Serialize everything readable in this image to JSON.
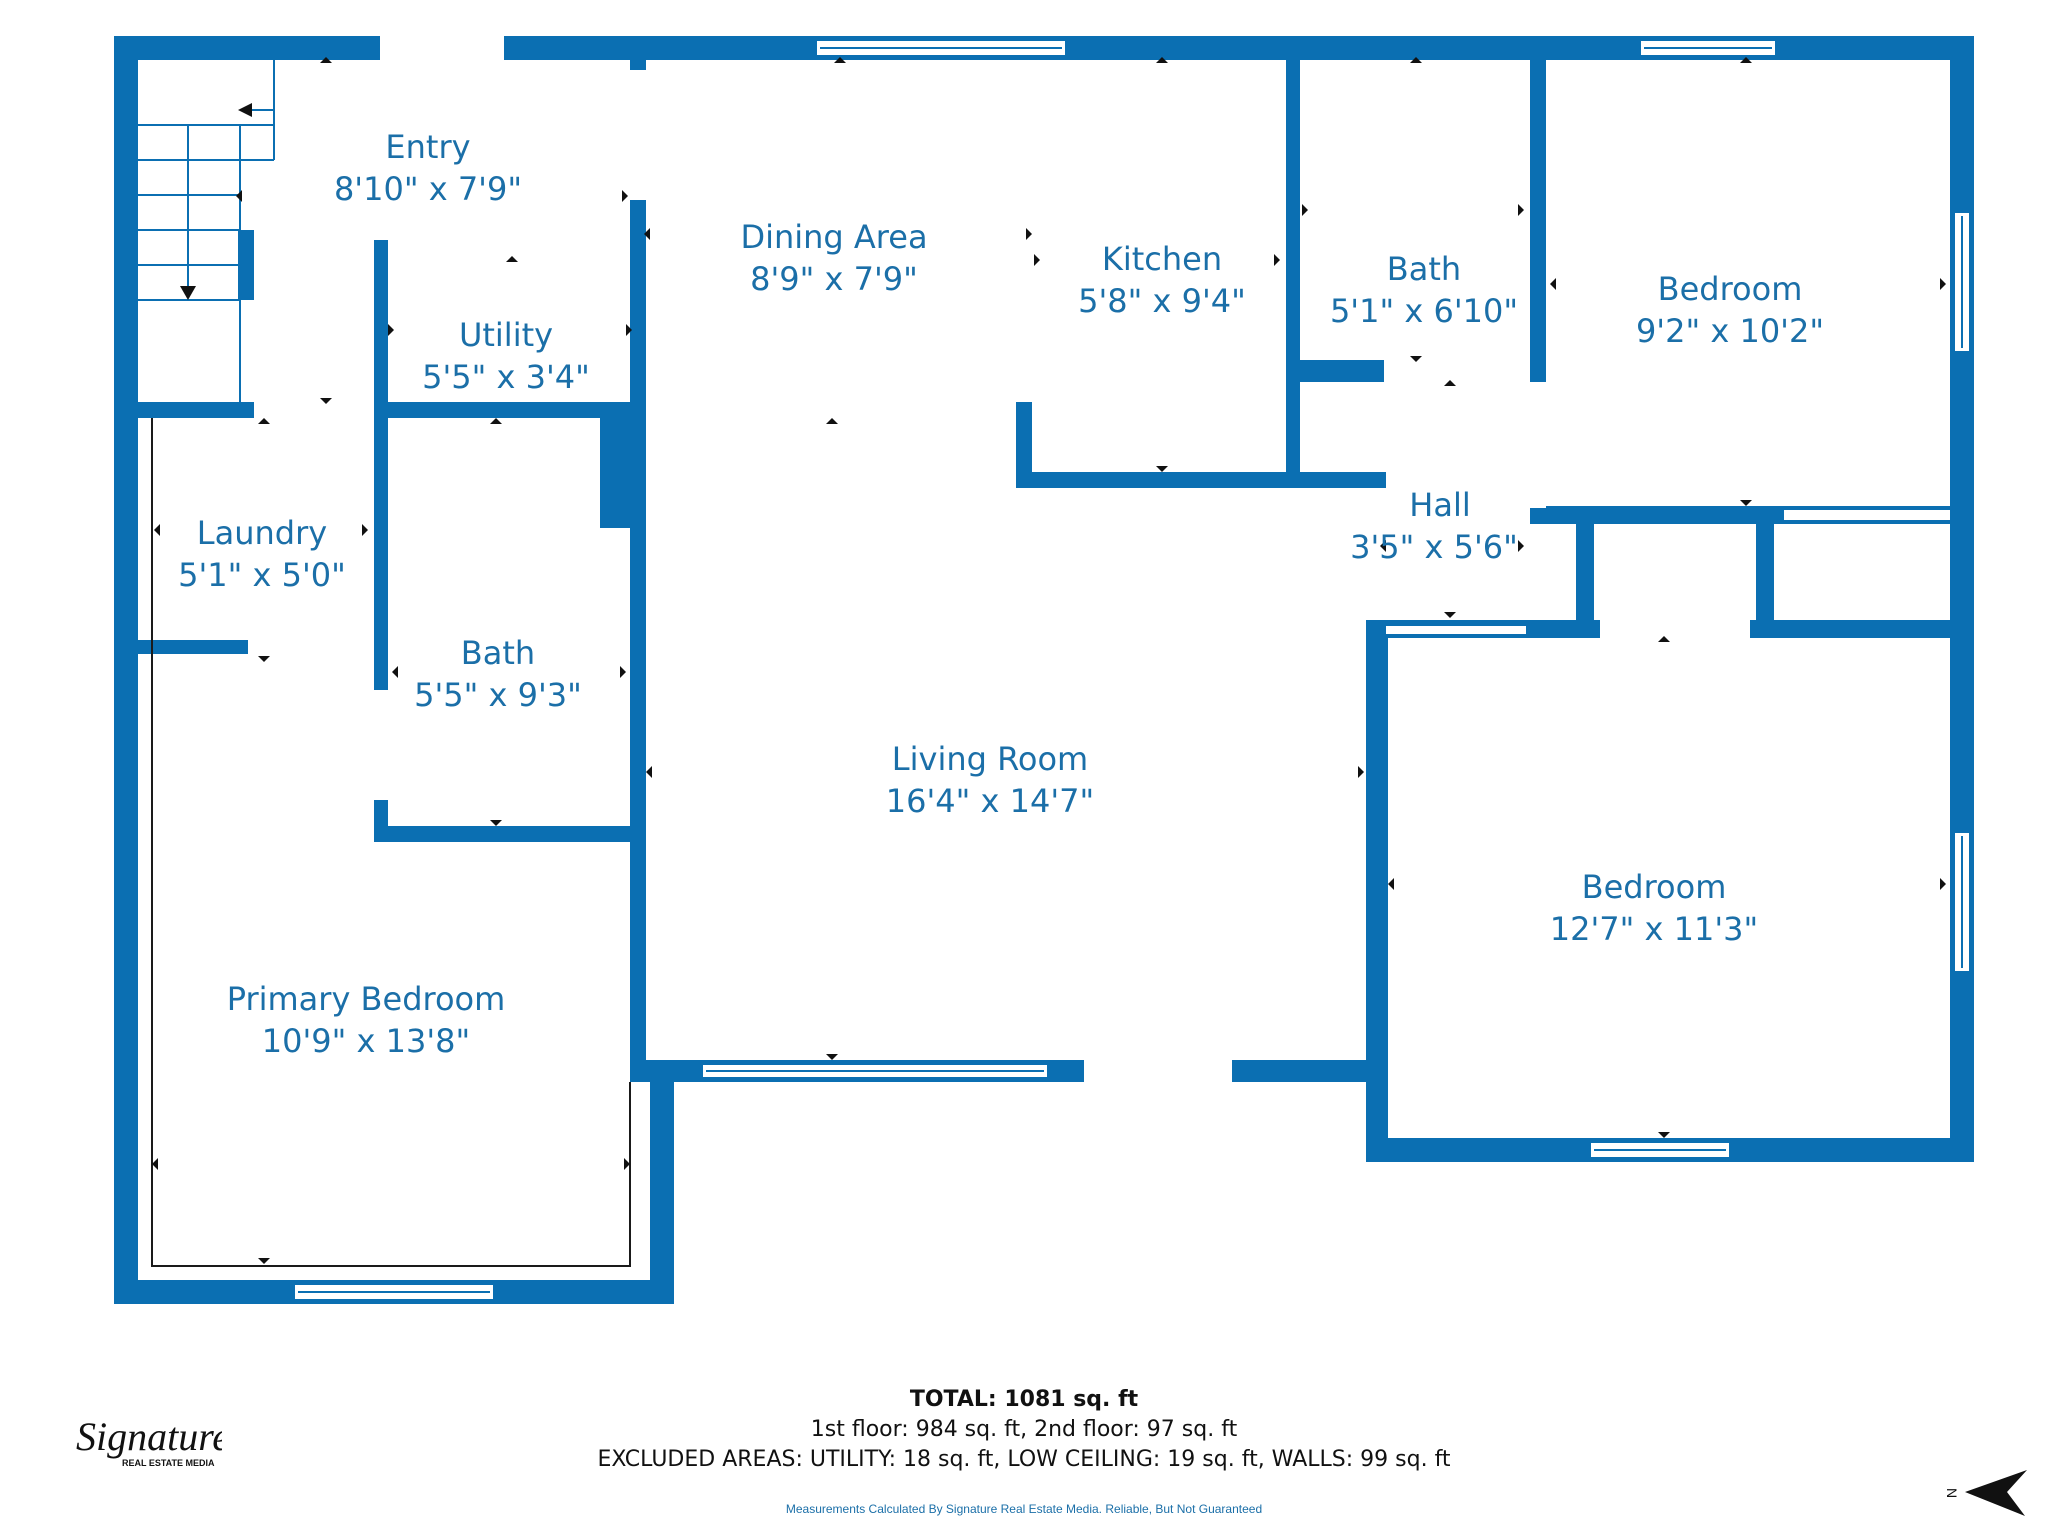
{
  "rooms": [
    {
      "name": "Entry",
      "dim": "8'10\" x 7'9\""
    },
    {
      "name": "Utility",
      "dim": "5'5\" x 3'4\""
    },
    {
      "name": "Dining Area",
      "dim": "8'9\" x 7'9\""
    },
    {
      "name": "Kitchen",
      "dim": "5'8\" x 9'4\""
    },
    {
      "name": "Bath",
      "dim": "5'1\" x 6'10\""
    },
    {
      "name": "Bedroom",
      "dim": "9'2\" x 10'2\""
    },
    {
      "name": "Laundry",
      "dim": "5'1\" x 5'0\""
    },
    {
      "name": "Bath",
      "dim": "5'5\" x 9'3\""
    },
    {
      "name": "Hall",
      "dim": "3'5\" x 5'6\""
    },
    {
      "name": "Living Room",
      "dim": "16'4\" x 14'7\""
    },
    {
      "name": "Bedroom",
      "dim": "12'7\" x 11'3\""
    },
    {
      "name": "Primary Bedroom",
      "dim": "10'9\" x 13'8\""
    }
  ],
  "footer": {
    "total": "TOTAL: 1081 sq. ft",
    "floors": "1st floor: 984 sq. ft, 2nd floor: 97 sq. ft",
    "excluded": "EXCLUDED AREAS: UTILITY: 18 sq. ft, LOW CEILING: 19 sq. ft, WALLS: 99 sq. ft",
    "disclaimer": "Measurements Calculated By Signature Real Estate Media. Reliable, But Not Guaranteed"
  },
  "logo": {
    "script": "Signature",
    "sub": "REAL ESTATE MEDIA"
  },
  "compass": {
    "label": "N"
  },
  "colors": {
    "wall": "#0b6fb2",
    "label": "#1b6fa8"
  }
}
